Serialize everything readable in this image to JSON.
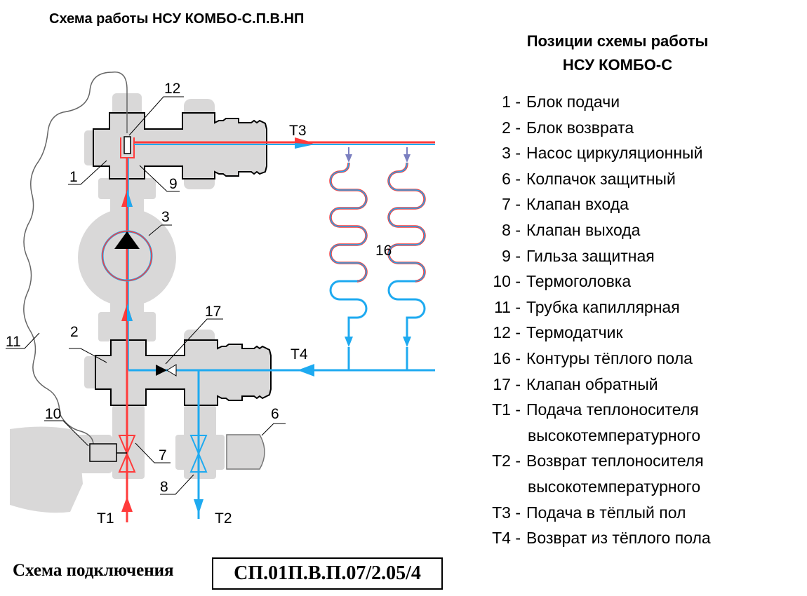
{
  "title": "Схема работы НСУ КОМБО-С.П.В.НП",
  "legend": {
    "title_line1": "Позиции схемы работы",
    "title_line2": "НСУ КОМБО-С",
    "items": [
      {
        "num": "1 -",
        "text": "Блок подачи"
      },
      {
        "num": "2 -",
        "text": "Блок возврата"
      },
      {
        "num": "3 -",
        "text": "Насос циркуляционный"
      },
      {
        "num": "6 -",
        "text": "Колпачок защитный"
      },
      {
        "num": "7 -",
        "text": "Клапан входа"
      },
      {
        "num": "8 -",
        "text": "Клапан выхода"
      },
      {
        "num": "9 -",
        "text": "Гильза защитная"
      },
      {
        "num": "10 -",
        "text": "Термоголовка"
      },
      {
        "num": "11 -",
        "text": "Трубка капиллярная"
      },
      {
        "num": "12 -",
        "text": "Термодатчик"
      },
      {
        "num": "16 -",
        "text": "Контуры тёплого пола"
      },
      {
        "num": "17 -",
        "text": "Клапан обратный"
      },
      {
        "num": "T1 -",
        "text": "Подача теплоносителя",
        "text2": "высокотемпературного"
      },
      {
        "num": "T2 -",
        "text": "Возврат теплоносителя",
        "text2": "высокотемпературного"
      },
      {
        "num": "T3 -",
        "text": "Подача в тёплый пол"
      },
      {
        "num": "T4 -",
        "text": "Возврат из тёплого пола"
      }
    ]
  },
  "diagram": {
    "labels": {
      "p1": "1",
      "p2": "2",
      "p3": "3",
      "p6": "6",
      "p7": "7",
      "p8": "8",
      "p9": "9",
      "p10": "10",
      "p11": "11",
      "p12": "12",
      "p16": "16",
      "p17": "17",
      "t1": "T1",
      "t2": "T2",
      "t3": "T3",
      "t4": "T4"
    },
    "colors": {
      "supply": "#ff3b3b",
      "return": "#1eaaf0",
      "body": "#d9d8d8"
    }
  },
  "footer": {
    "label": "Схема подключения",
    "code": "СП.01П.В.П.07/2.05/4"
  }
}
